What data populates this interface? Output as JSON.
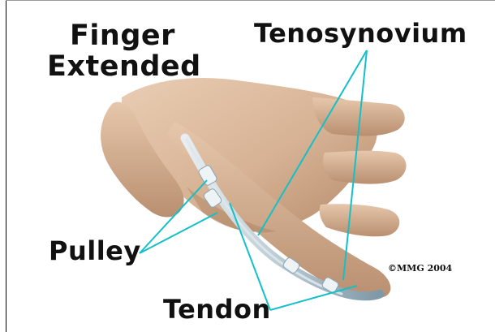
{
  "labels": {
    "title_line1": "Finger",
    "title_line2": "Extended",
    "tenosynovium": "Tenosynovium",
    "pulley": "Pulley",
    "tendon": "Tendon",
    "copyright": "©MMG 2004"
  },
  "colors": {
    "skin": "#d9b79a",
    "skin_shadow": "#a97f60",
    "tendon_sheath": "#c6d6dd",
    "leader_line": "#14c0c7",
    "text": "#111111"
  }
}
